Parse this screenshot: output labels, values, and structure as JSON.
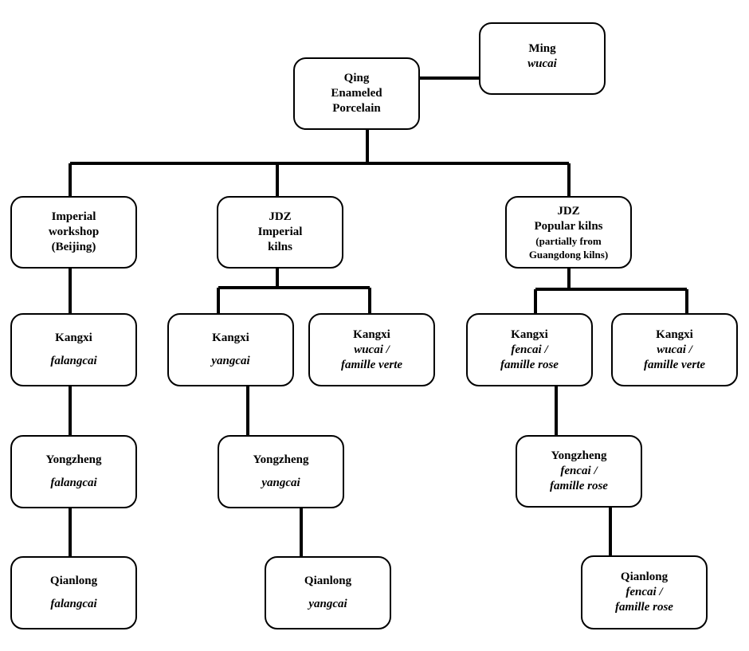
{
  "nodes": {
    "ming": {
      "title": "Ming",
      "sub": "wucai"
    },
    "qing": {
      "l1": "Qing",
      "l2": "Enameled",
      "l3": "Porcelain"
    },
    "imperial_workshop": {
      "l1": "Imperial",
      "l2": "workshop",
      "l3": "(Beijing)"
    },
    "jdz_imperial": {
      "l1": "JDZ",
      "l2": "Imperial",
      "l3": "kilns"
    },
    "jdz_popular": {
      "l1": "JDZ",
      "l2": "Popular kilns",
      "l3": "(partially from",
      "l4": "Guangdong kilns)"
    },
    "iw_kangxi": {
      "title": "Kangxi",
      "sub": "falangcai"
    },
    "iw_yongzheng": {
      "title": "Yongzheng",
      "sub": "falangcai"
    },
    "iw_qianlong": {
      "title": "Qianlong",
      "sub": "falangcai"
    },
    "ji_kangxi_yangcai": {
      "title": "Kangxi",
      "sub": "yangcai"
    },
    "ji_kangxi_wucai": {
      "title": "Kangxi",
      "sub1": "wucai /",
      "sub2": "famille verte"
    },
    "ji_yongzheng": {
      "title": "Yongzheng",
      "sub": "yangcai"
    },
    "ji_qianlong": {
      "title": "Qianlong",
      "sub": "yangcai"
    },
    "jp_kangxi_fencai": {
      "title": "Kangxi",
      "sub1": "fencai /",
      "sub2": "famille rose"
    },
    "jp_kangxi_wucai": {
      "title": "Kangxi",
      "sub1": "wucai /",
      "sub2": "famille verte"
    },
    "jp_yongzheng": {
      "title": "Yongzheng",
      "sub1": "fencai /",
      "sub2": "famille rose"
    },
    "jp_qianlong": {
      "title": "Qianlong",
      "sub1": "fencai /",
      "sub2": "famille rose"
    }
  }
}
